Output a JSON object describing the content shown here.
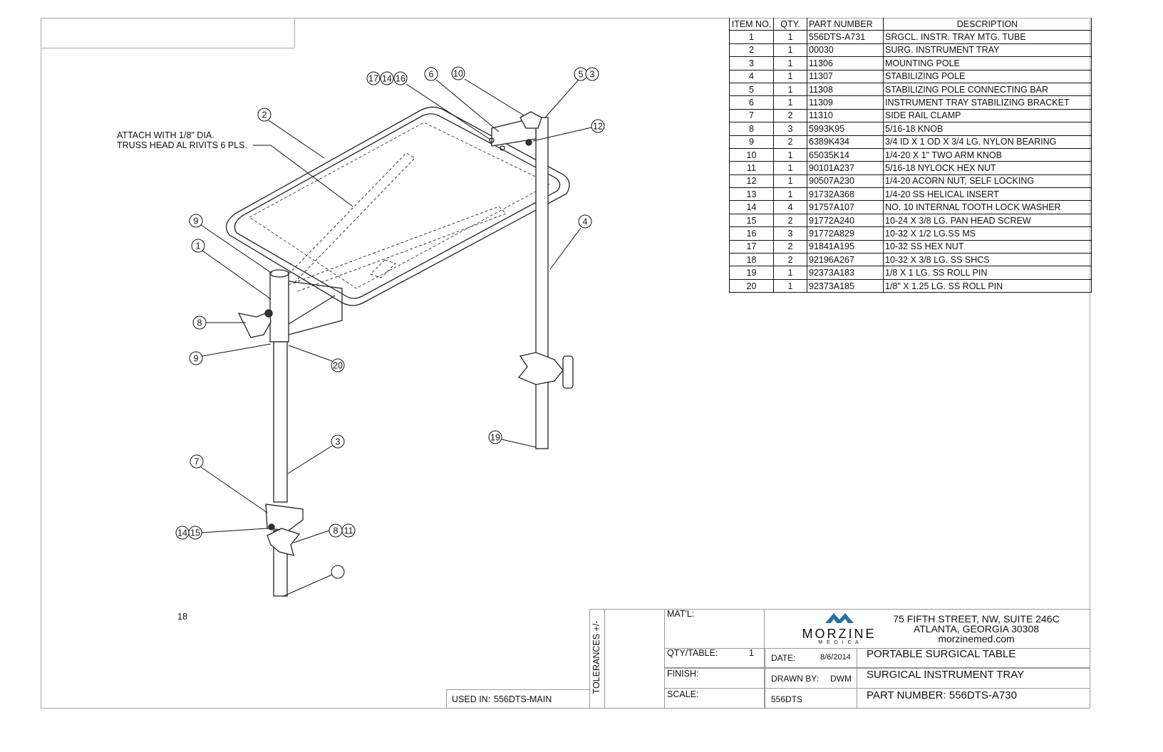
{
  "bom": {
    "headers": [
      "ITEM NO.",
      "QTY.",
      "PART NUMBER",
      "DESCRIPTION"
    ],
    "rows": [
      [
        "1",
        "1",
        "556DTS-A731",
        "SRGCL. INSTR. TRAY MTG. TUBE"
      ],
      [
        "2",
        "1",
        "00030",
        "SURG. INSTRUMENT TRAY"
      ],
      [
        "3",
        "1",
        "11306",
        "MOUNTING POLE"
      ],
      [
        "4",
        "1",
        "11307",
        "STABILIZING POLE"
      ],
      [
        "5",
        "1",
        "11308",
        "STABILIZING POLE CONNECTING BAR"
      ],
      [
        "6",
        "1",
        "11309",
        "INSTRUMENT TRAY STABILIZING BRACKET"
      ],
      [
        "7",
        "2",
        "11310",
        "SIDE RAIL CLAMP"
      ],
      [
        "8",
        "3",
        "5993K95",
        "5/16-18 KNOB"
      ],
      [
        "9",
        "2",
        "6389K434",
        "3/4 ID X 1 OD X 3/4 LG. NYLON BEARING"
      ],
      [
        "10",
        "1",
        "65035K14",
        "1/4-20 X 1\" TWO ARM KNOB"
      ],
      [
        "11",
        "1",
        "90101A237",
        "5/16-18 NYLOCK HEX NUT"
      ],
      [
        "12",
        "1",
        "90507A230",
        "1/4-20 ACORN NUT, SELF LOCKING"
      ],
      [
        "13",
        "1",
        "91732A368",
        "1/4-20 SS HELICAL INSERT"
      ],
      [
        "14",
        "4",
        "91757A107",
        "NO. 10 INTERNAL TOOTH LOCK WASHER"
      ],
      [
        "15",
        "2",
        "91772A240",
        "10-24 X 3/8 LG. PAN HEAD SCREW"
      ],
      [
        "16",
        "3",
        "91772A829",
        "10-32 X 1/2 LG.SS MS"
      ],
      [
        "17",
        "2",
        "91841A195",
        "10-32 SS HEX NUT"
      ],
      [
        "18",
        "2",
        "92196A267",
        "10-32 X 3/8 LG. SS SHCS"
      ],
      [
        "19",
        "1",
        "92373A183",
        "1/8 X 1 LG. SS ROLL PIN"
      ],
      [
        "20",
        "1",
        "92373A185",
        "1/8\" X 1.25 LG. SS ROLL PIN"
      ]
    ]
  },
  "drawing": {
    "note_line1": "ATTACH WITH 1/8\" DIA.",
    "note_line2": "TRUSS HEAD AL RIVITS 6 PLS.",
    "balloons": [
      "17",
      "14",
      "16",
      "6",
      "10",
      "5",
      "3",
      "2",
      "12",
      "4",
      "9",
      "1",
      "8",
      "9",
      "20",
      "19",
      "3",
      "7",
      "14",
      "15",
      "8",
      "11",
      ""
    ],
    "loose_label": "18"
  },
  "title_block": {
    "tolerances": "TOLERANCES +/-",
    "matl_label": "MAT'L:",
    "qty_label": "QTY/TABLE:",
    "qty_value": "1",
    "finish_label": "FINISH:",
    "scale_label": "SCALE:",
    "used_in_label": "USED IN:",
    "used_in_value": "556DTS-MAIN",
    "company": "MORZINE",
    "company_sub": "M E D I C A",
    "address1": "75 FIFTH STREET, NW, SUITE 246C",
    "address2": "ATLANTA, GEORGIA  30308",
    "website": "morzinemed.com",
    "date_label": "DATE:",
    "date_value": "8/6/2014",
    "drawn_label": "DRAWN BY:",
    "drawn_value": "DWM",
    "project_code": "556DTS",
    "title1": "PORTABLE SURGICAL TABLE",
    "title2": "SURGICAL INSTRUMENT TRAY",
    "part_number": "PART NUMBER: 556DTS-A730",
    "brand_color": "#2a6f9e"
  }
}
